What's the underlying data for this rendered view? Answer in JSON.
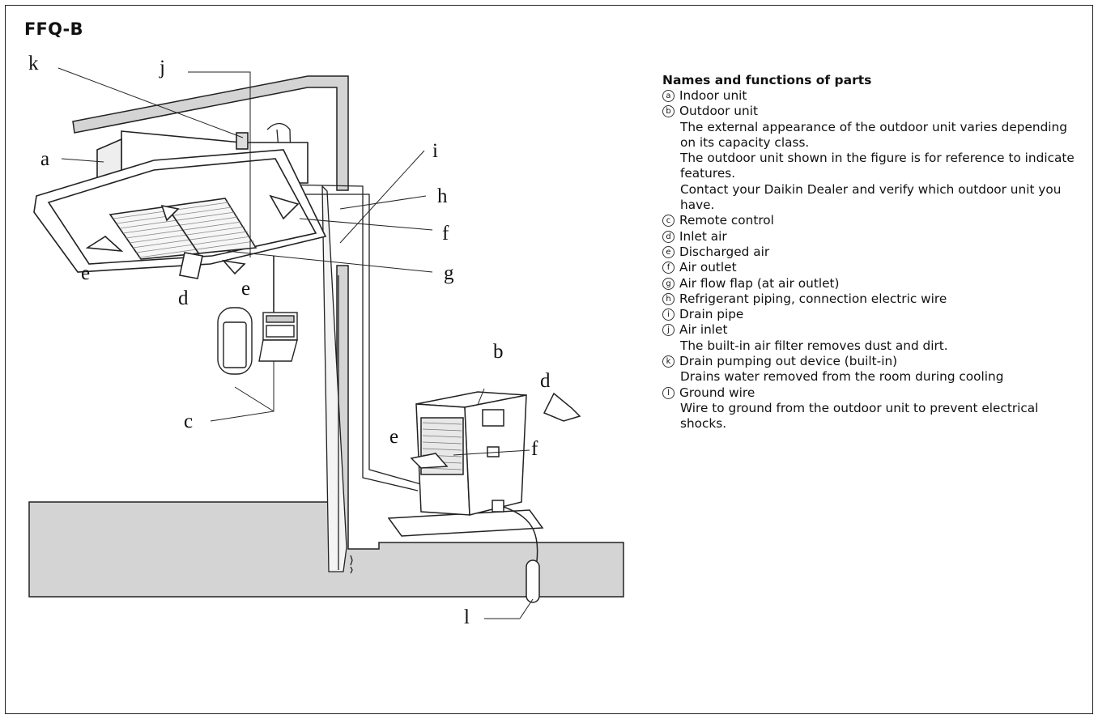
{
  "title": "FFQ-B",
  "callouts": {
    "a": "a",
    "b": "b",
    "c": "c",
    "d1": "d",
    "d2": "d",
    "e1": "e",
    "e2": "e",
    "e3": "e",
    "f1": "f",
    "f2": "f",
    "g": "g",
    "h": "h",
    "i": "i",
    "j": "j",
    "k": "k",
    "l": "l"
  },
  "legend": {
    "heading": "Names and functions of parts",
    "items": [
      {
        "mark": "a",
        "label": "Indoor unit",
        "desc": []
      },
      {
        "mark": "b",
        "label": "Outdoor unit",
        "desc": [
          "The external appearance of the outdoor unit varies depending on its capacity class.",
          "The outdoor unit shown in the figure is for reference to indicate features.",
          "Contact your Daikin Dealer and verify which outdoor unit you have."
        ]
      },
      {
        "mark": "c",
        "label": "Remote control",
        "desc": []
      },
      {
        "mark": "d",
        "label": "Inlet air",
        "desc": []
      },
      {
        "mark": "e",
        "label": "Discharged air",
        "desc": []
      },
      {
        "mark": "f",
        "label": "Air outlet",
        "desc": []
      },
      {
        "mark": "g",
        "label": "Air flow flap (at air outlet)",
        "desc": []
      },
      {
        "mark": "h",
        "label": "Refrigerant piping, connection electric wire",
        "desc": []
      },
      {
        "mark": "i",
        "label": "Drain pipe",
        "desc": []
      },
      {
        "mark": "j",
        "label": "Air inlet",
        "desc": [
          "The built-in air filter removes dust and dirt."
        ]
      },
      {
        "mark": "k",
        "label": "Drain pumping out device (built-in)",
        "desc": [
          "Drains water removed from the room during cooling"
        ]
      },
      {
        "mark": "l",
        "label": "Ground wire",
        "desc": [
          "Wire to ground from the outdoor unit to prevent electrical shocks."
        ]
      }
    ]
  }
}
